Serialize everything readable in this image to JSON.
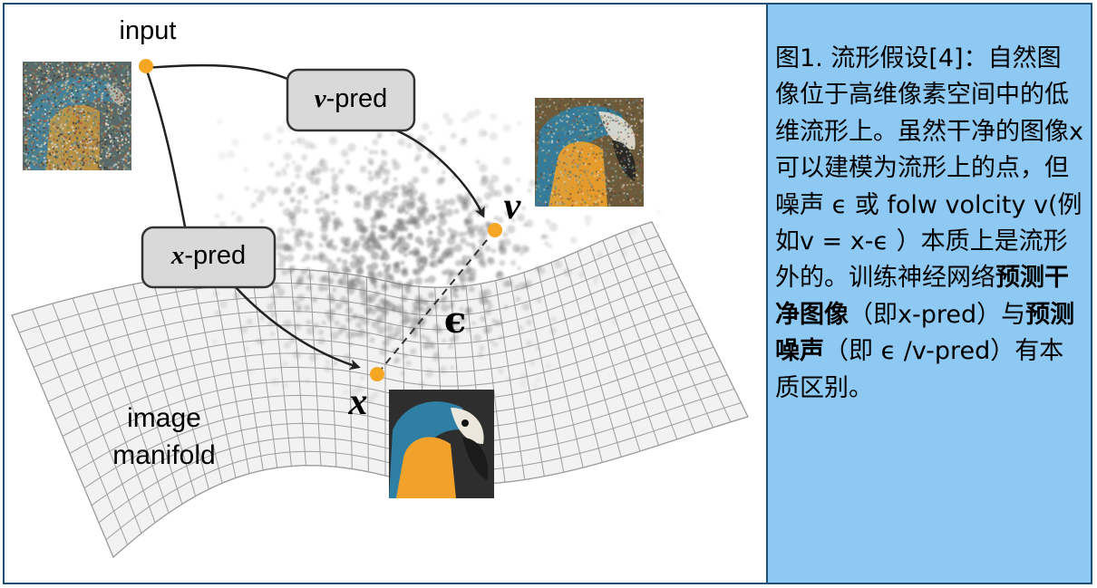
{
  "diagram": {
    "labels": {
      "input": "input",
      "v_pred_var": "v",
      "v_pred_suffix": "-pred",
      "x_pred_var": "x",
      "x_pred_suffix": "-pred",
      "v_point": "v",
      "x_point": "x",
      "epsilon": "ϵ",
      "manifold_line1": "image",
      "manifold_line2": "manifold"
    },
    "colors": {
      "point": "#f5a623",
      "box_fill": "#d9d9d9",
      "box_stroke": "#333333",
      "manifold_fill": "#f2f2f2",
      "manifold_grid": "#9e9e9e",
      "arrow": "#222222",
      "parrot_blue": "#2f7fa5",
      "parrot_orange": "#f2a22a"
    },
    "images": [
      {
        "name": "noisy-input-image",
        "noise_level": "high"
      },
      {
        "name": "noisy-v-image",
        "noise_level": "medium"
      },
      {
        "name": "clean-x-image",
        "noise_level": "none"
      }
    ]
  },
  "caption": {
    "segments": [
      {
        "text": "图1. 流形假设[4]：自然图像位于高维像素空间中的低维流形上。虽然干净的图像x可以建模为流形上的点，但噪声 ϵ 或 folw volcity v(例如v = x-ϵ ）本质上是流形外的。训练神经网络",
        "bold": false
      },
      {
        "text": "预测干净图像",
        "bold": true
      },
      {
        "text": "（即x-pred）与",
        "bold": false
      },
      {
        "text": "预测噪声",
        "bold": true
      },
      {
        "text": "（即 ϵ /v-pred）有本质区别。",
        "bold": false
      }
    ]
  }
}
